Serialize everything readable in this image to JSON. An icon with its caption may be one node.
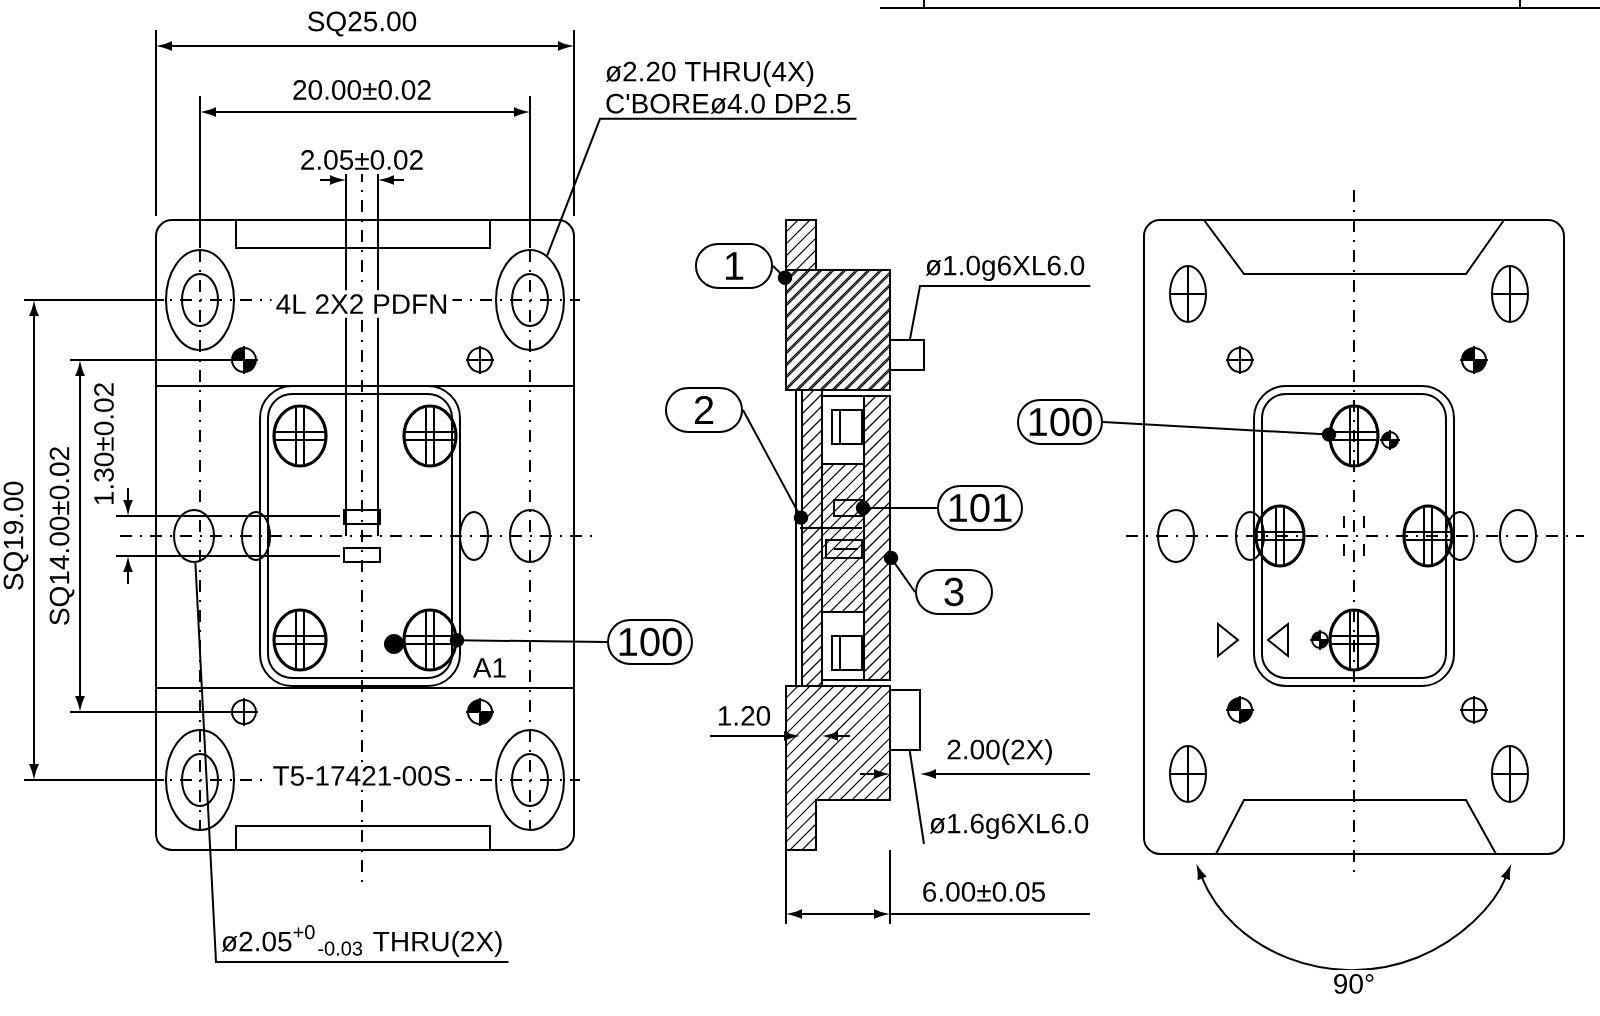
{
  "diagram": {
    "nodes": [
      {
        "text": [],
        "shape": "box"
      },
      {
        "text": [],
        "shape": "box"
      },
      {
        "text": [],
        "shape": "box"
      },
      {
        "text": [],
        "shape": "box"
      },
      {
        "text": [],
        "shape": "box"
      },
      {
        "text": [],
        "shape": "box"
      },
      {
        "text": [],
        "shape": "circle"
      },
      {
        "text": [],
        "shape": "circle"
      },
      {
        "text": [],
        "shape": "circle"
      },
      {
        "text": [],
        "shape": "circle"
      },
      {
        "text": [
          "1"
        ]
      },
      {
        "text": [
          "2"
        ]
      },
      {
        "text": [
          "100"
        ]
      },
      {
        "text": [
          "101"
        ]
      },
      {
        "text": [
          "3"
        ]
      },
      {
        "text": [
          "100"
        ]
      },
      {
        "text": [
          "ø2.20 THRU(4X)",
          "C'BOREø4.0 DP2.5"
        ]
      },
      {
        "text": [
          "ø1.0g6XL6.0"
        ]
      },
      {
        "text": [
          "ø1.6g6XL6.0"
        ]
      },
      {
        "text": [
          "ø2.05$^{+0}$$_{-0.03}$ THRU(2X)"
        ]
      }
    ],
    "edges": [
      {
        "from": 10,
        "to": 0,
        "arrow": "other"
      },
      {
        "from": 11,
        "to": 1,
        "arrow": "other"
      },
      {
        "from": 12,
        "to": 6,
        "arrow": "other"
      },
      {
        "from": 13,
        "to": 2,
        "arrow": "other"
      },
      {
        "from": 14,
        "to": 3,
        "arrow": "other"
      },
      {
        "from": 15,
        "to": 7,
        "arrow": "other"
      },
      {
        "from": 16,
        "to": 8,
        "arrow": "none"
      },
      {
        "from": 17,
        "to": 4,
        "arrow": "none"
      },
      {
        "from": 18,
        "to": 5,
        "arrow": "none"
      },
      {
        "from": 19,
        "to": 9,
        "arrow": "none"
      }
    ],
    "labels": [
      "SQ25.00",
      "20.00±0.02",
      "2.05±0.02",
      "4L 2X2 PDFN",
      "SQ19.00",
      "SQ14.00±0.02",
      "1.30±0.02",
      "A1",
      "T5-17421-00S",
      "1.20",
      "2.00(2X)",
      "6.00±0.05",
      "90°"
    ]
  }
}
